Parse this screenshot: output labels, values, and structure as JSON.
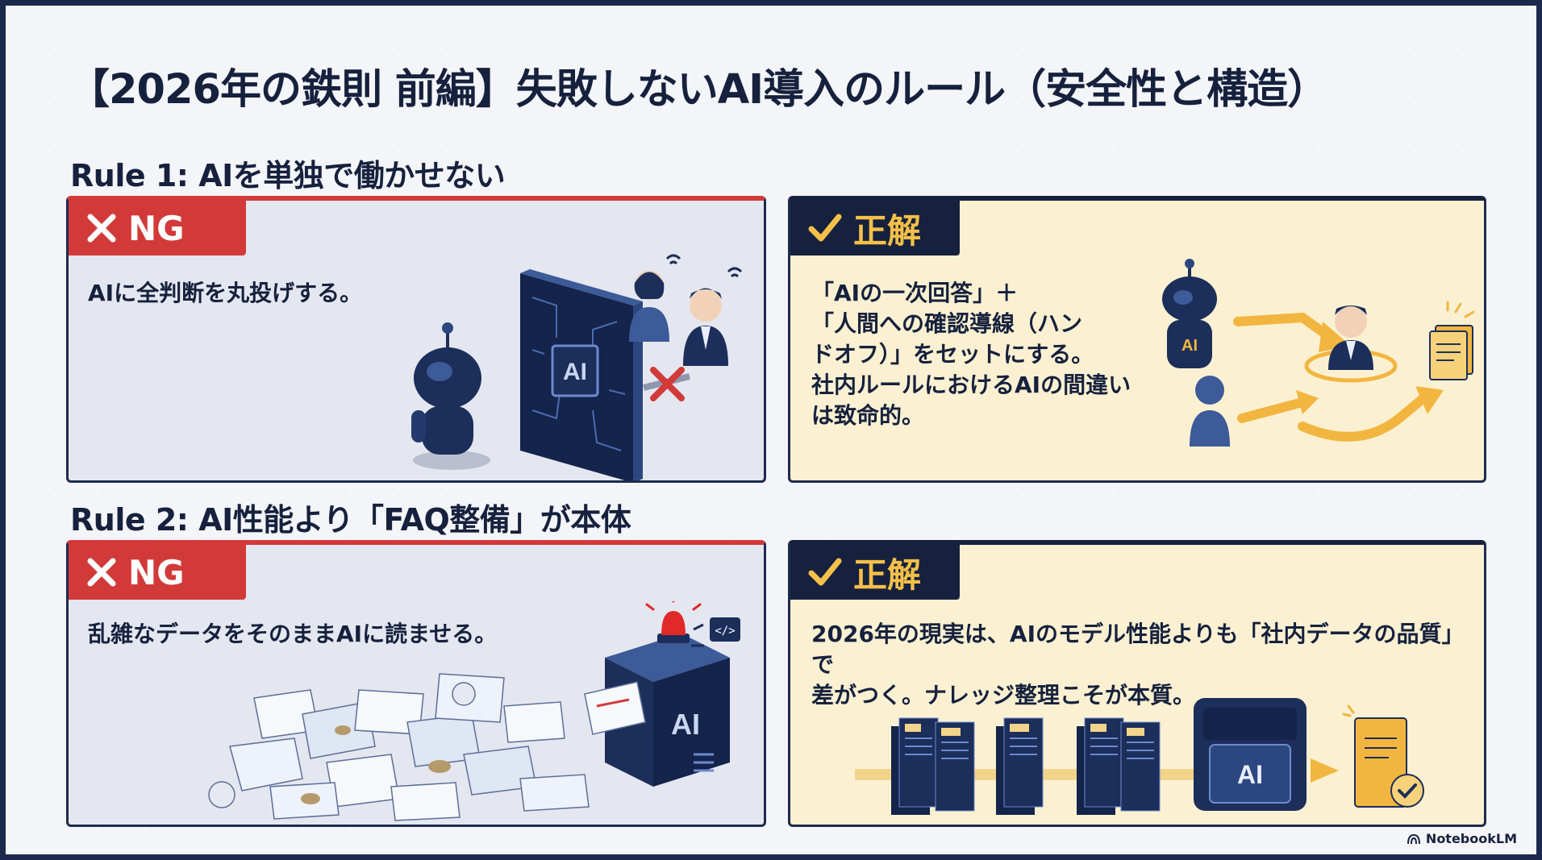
{
  "title": "【2026年の鉄則 前編】失敗しないAI導入のルール（安全性と構造）",
  "rule1": {
    "heading": "Rule 1: AIを単独で働かせない",
    "ng": {
      "badge": "NG",
      "text": "AIに全判断を丸投げする。"
    },
    "ok": {
      "badge": "正解",
      "lines": [
        "「AIの一次回答」＋",
        "「人間への確認導線（ハン",
        "ドオフ）」をセットにする。",
        "社内ルールにおけるAIの間違い",
        "は致命的。"
      ]
    }
  },
  "rule2": {
    "heading": "Rule 2: AI性能より「FAQ整備」が本体",
    "ng": {
      "badge": "NG",
      "text": "乱雑なデータをそのままAIに読ませる。"
    },
    "ok": {
      "badge": "正解",
      "lines": [
        "2026年の現実は、AIのモデル性能よりも「社内データの品質」で",
        "差がつく。ナレッジ整理こそが本質。"
      ]
    }
  },
  "illustration_labels": {
    "ai": "AI"
  },
  "footer": "NotebookLM",
  "colors": {
    "navy": "#16213d",
    "red": "#d23a3a",
    "gold": "#f5c04a",
    "cream": "#fbf1d2"
  }
}
